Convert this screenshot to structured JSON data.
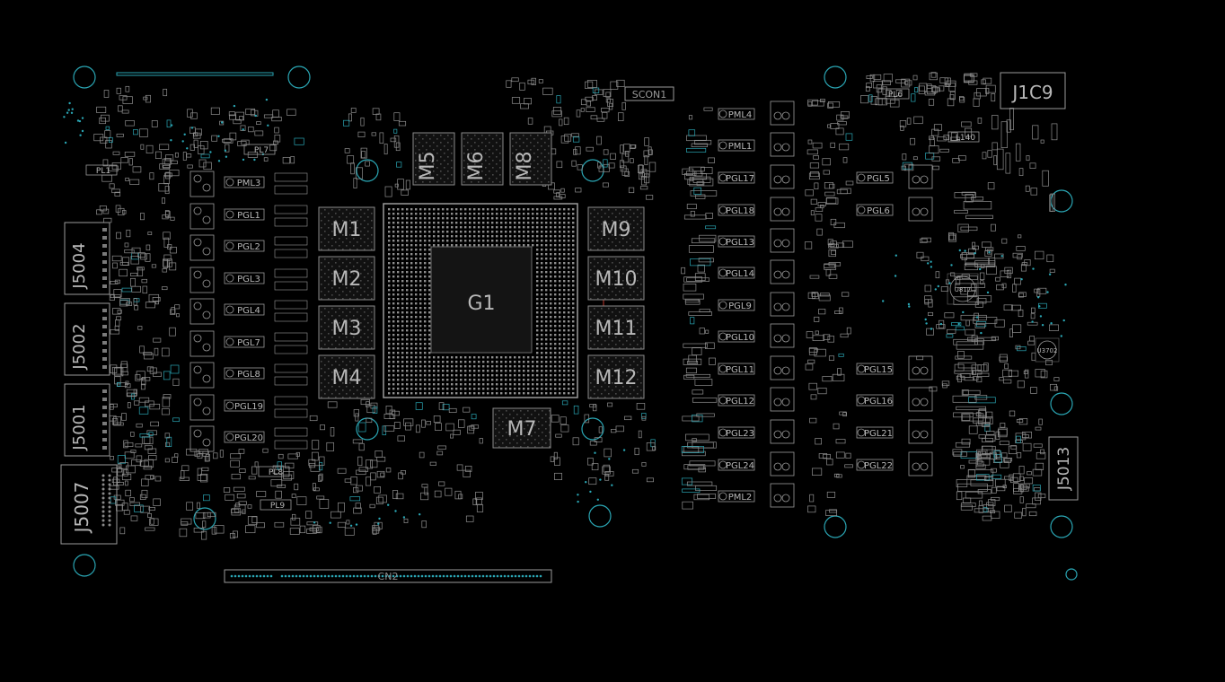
{
  "colors": {
    "background": "#000000",
    "silkscreen": "#b8b8b8",
    "silkscreen_dim": "#7a7a7a",
    "mounting_hole": "#2aa6b4",
    "pad": "#8a8a8a",
    "accent_red": "#c0392b"
  },
  "labels": {
    "gpu": "G1",
    "pcie_connector": "CN2",
    "sli_connector": "SCON1",
    "memory": [
      "M1",
      "M2",
      "M3",
      "M4",
      "M5",
      "M6",
      "M8",
      "M7",
      "M9",
      "M10",
      "M11",
      "M12"
    ],
    "connectors": [
      "J5004",
      "J5002",
      "J5001",
      "J5007",
      "J5013",
      "J1C9"
    ],
    "left_inductors": [
      "PML3",
      "PGL1",
      "PGL2",
      "PGL3",
      "PGL4",
      "PGL7",
      "PGL8",
      "PGL19",
      "PGL20"
    ],
    "left_misc": [
      "PL7",
      "PL1",
      "PL8",
      "PL9"
    ],
    "mid_inductors": [
      "PML4",
      "PML1",
      "PGL17",
      "PGL18",
      "PGL13",
      "PGL14",
      "PGL9",
      "PGL10",
      "PGL11",
      "PGL12",
      "PGL23",
      "PGL24",
      "PML2"
    ],
    "right_inductors": [
      "PGL5",
      "PGL6",
      "PGL15",
      "PGL16",
      "PGL21",
      "PGL22"
    ],
    "right_misc": [
      "PL6",
      "L140",
      "U817",
      "U3702"
    ]
  }
}
